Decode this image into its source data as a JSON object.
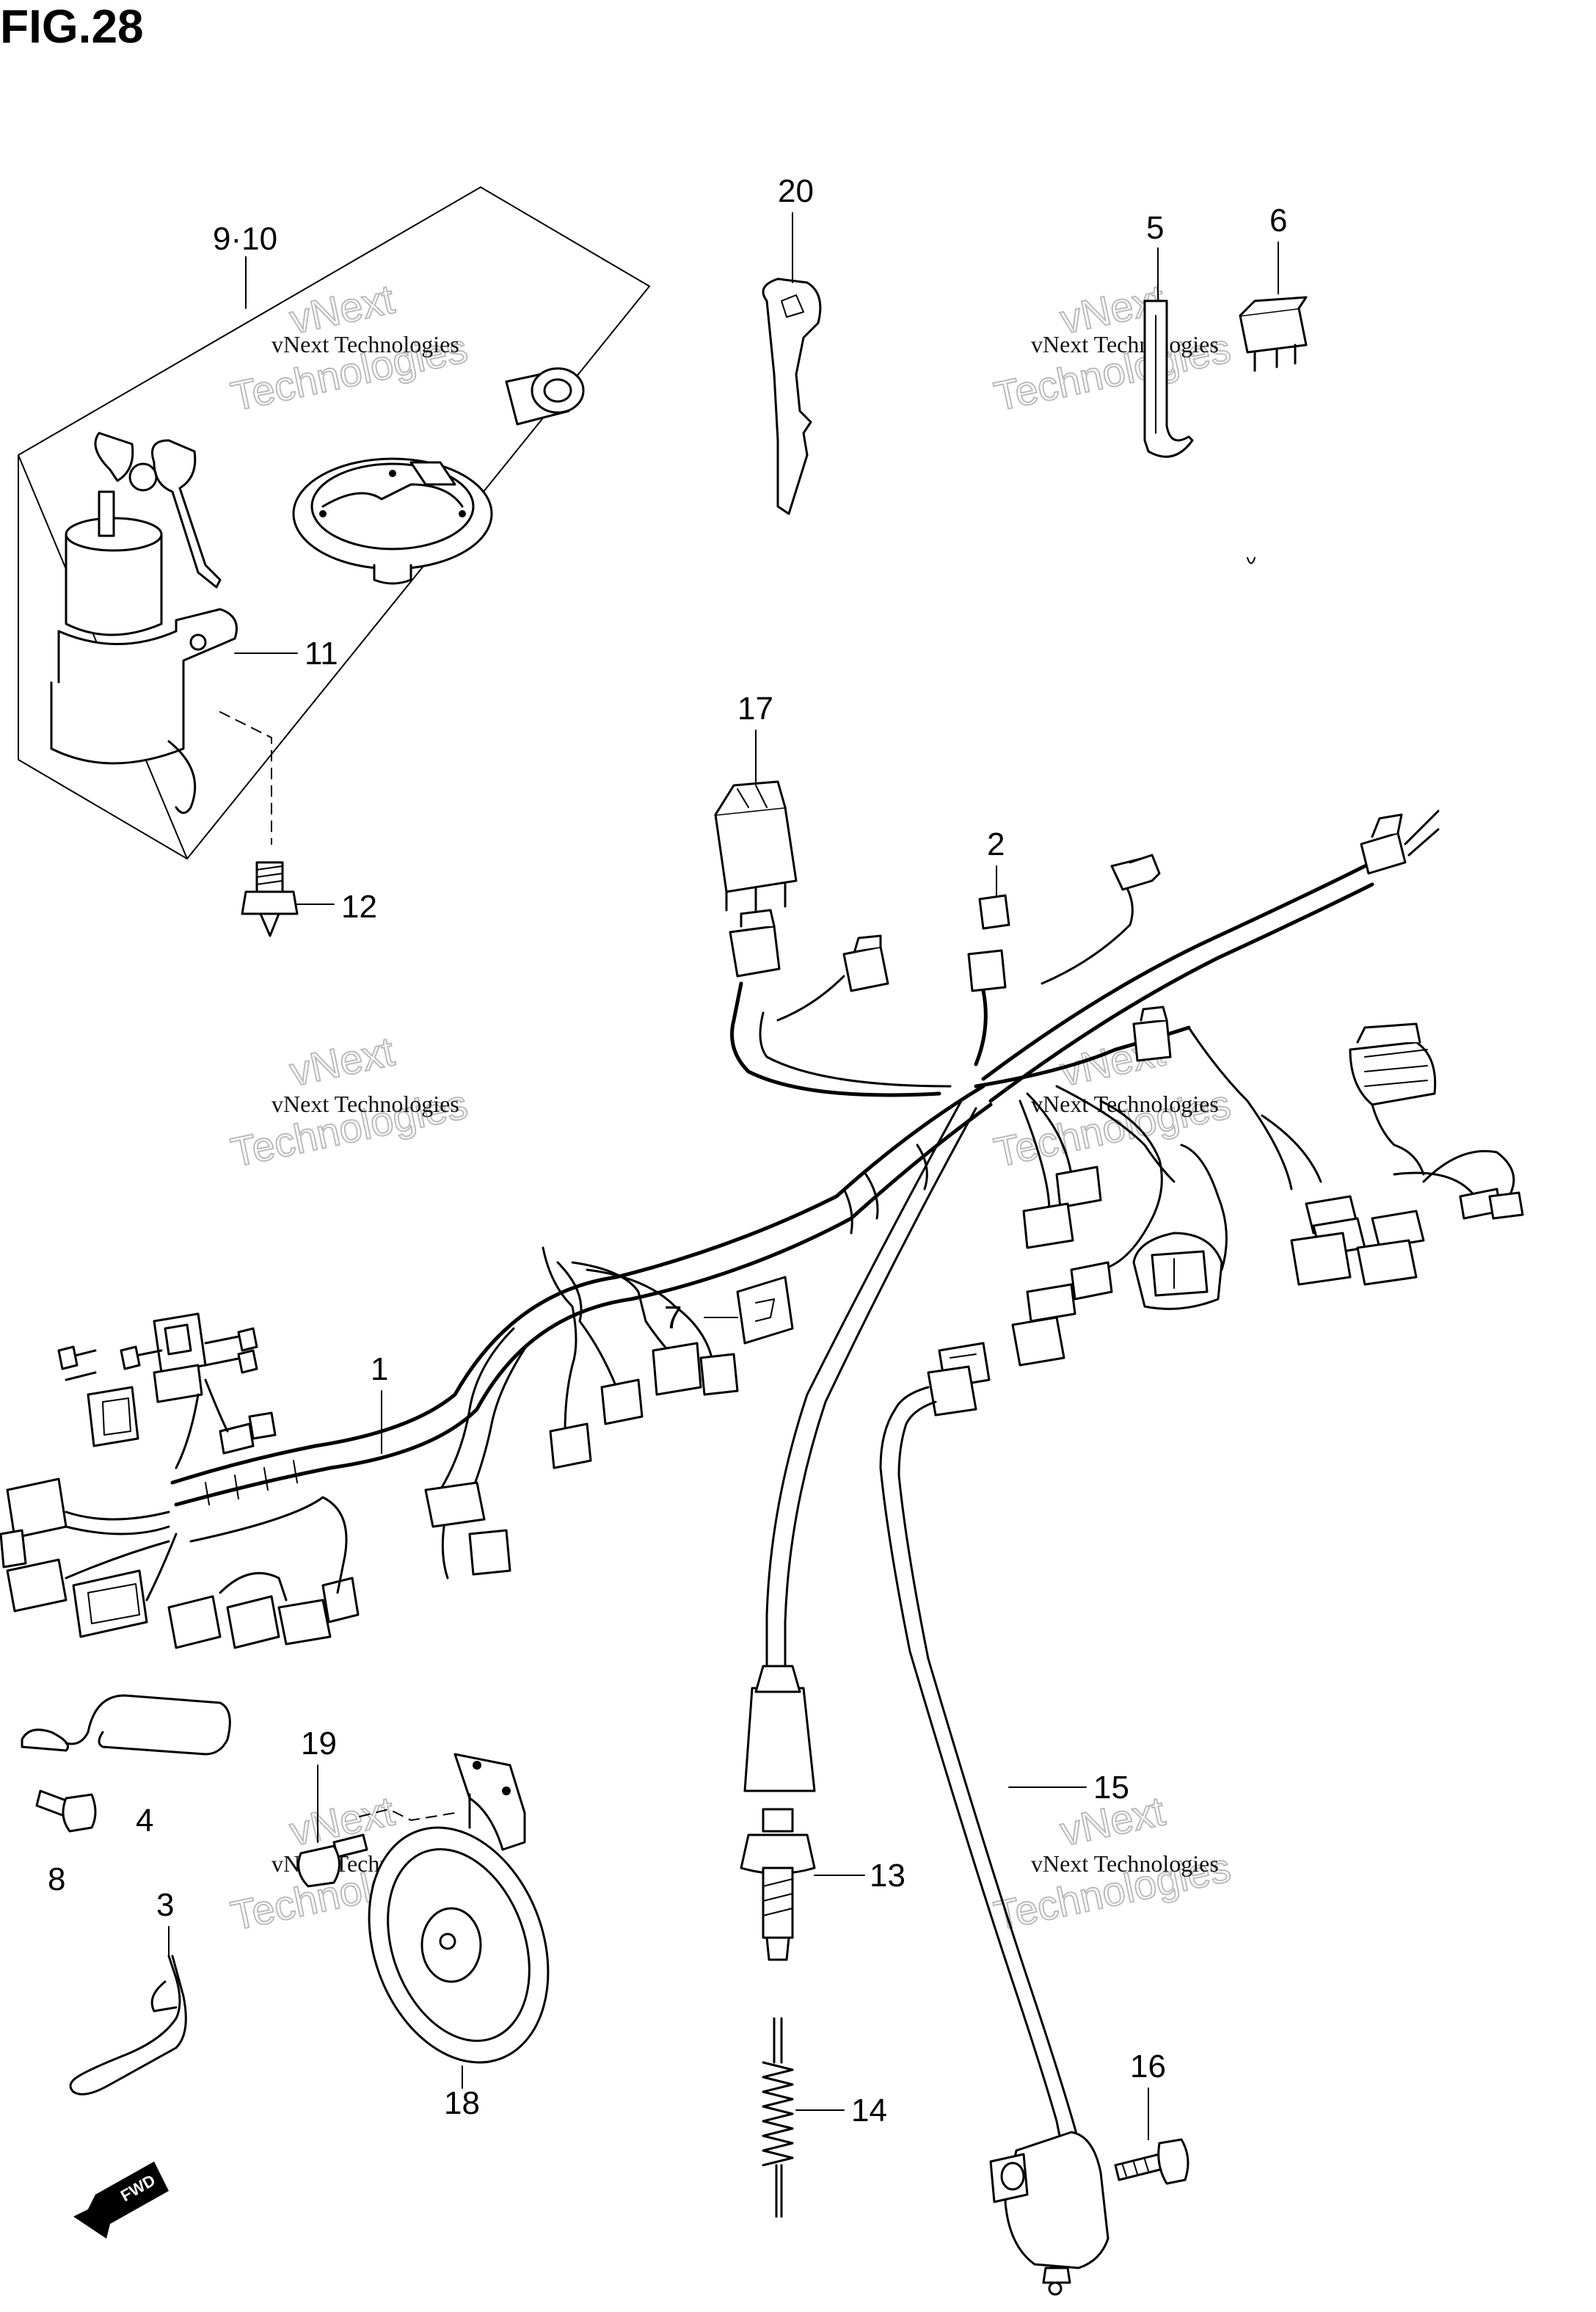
{
  "figure": {
    "title": "FIG.28"
  },
  "watermark": {
    "line1": "vNext Technologies",
    "line2": "vNext",
    "line3": "Technologies"
  },
  "fwd_label": "FWD",
  "callouts": {
    "c1": "1",
    "c2": "2",
    "c3": "3",
    "c4": "4",
    "c5": "5",
    "c6": "6",
    "c7": "7",
    "c8": "8",
    "c9_10": "9·10",
    "c11": "11",
    "c12": "12",
    "c13": "13",
    "c14": "14",
    "c15": "15",
    "c16": "16",
    "c17": "17",
    "c18": "18",
    "c19": "19",
    "c20": "20"
  }
}
